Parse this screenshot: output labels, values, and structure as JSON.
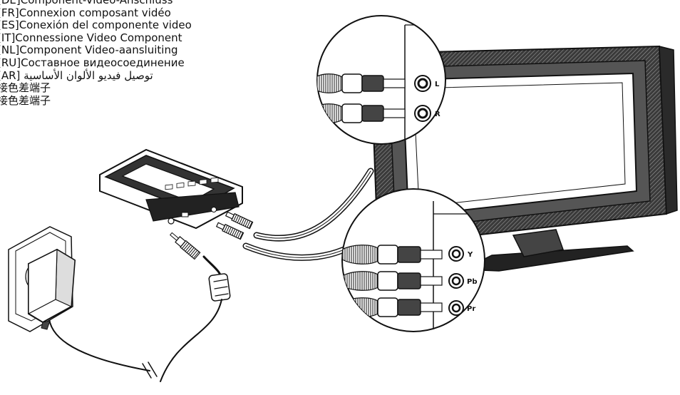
{
  "captions": [
    "[DE]Component-Video-Anschluss",
    "[FR]Connexion composant vidéo",
    "[ES]Conexión del componente video",
    "[IT]Connessione Video Component",
    "[NL]Component Video-aansluiting",
    "[RU]Составное видеосоединение",
    "توصيل فيديو الألوان الأساسية [AR]",
    "接色差端子",
    "接色差端子"
  ],
  "jacks_top": [
    "L",
    "R"
  ],
  "jacks_bottom": [
    "Y",
    "Pb",
    "Pr"
  ]
}
